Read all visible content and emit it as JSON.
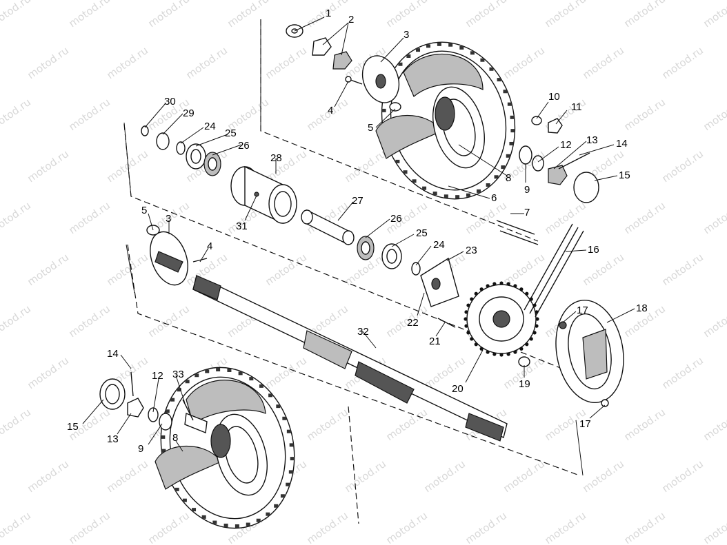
{
  "watermark": "motod.ru",
  "callouts": [
    {
      "id": "c1",
      "text": "1"
    },
    {
      "id": "c2",
      "text": "2"
    },
    {
      "id": "c3a",
      "text": "3"
    },
    {
      "id": "c4a",
      "text": "4"
    },
    {
      "id": "c5a",
      "text": "5"
    },
    {
      "id": "c6",
      "text": "6"
    },
    {
      "id": "c7",
      "text": "7"
    },
    {
      "id": "c8a",
      "text": "8"
    },
    {
      "id": "c9a",
      "text": "9"
    },
    {
      "id": "c10",
      "text": "10"
    },
    {
      "id": "c11",
      "text": "11"
    },
    {
      "id": "c12a",
      "text": "12"
    },
    {
      "id": "c13a",
      "text": "13"
    },
    {
      "id": "c14a",
      "text": "14"
    },
    {
      "id": "c15a",
      "text": "15"
    },
    {
      "id": "c16",
      "text": "16"
    },
    {
      "id": "c17a",
      "text": "17"
    },
    {
      "id": "c18",
      "text": "18"
    },
    {
      "id": "c19",
      "text": "19"
    },
    {
      "id": "c20",
      "text": "20"
    },
    {
      "id": "c21",
      "text": "21"
    },
    {
      "id": "c22",
      "text": "22"
    },
    {
      "id": "c23",
      "text": "23"
    },
    {
      "id": "c24a",
      "text": "24"
    },
    {
      "id": "c25a",
      "text": "25"
    },
    {
      "id": "c26a",
      "text": "26"
    },
    {
      "id": "c27",
      "text": "27"
    },
    {
      "id": "c28",
      "text": "28"
    },
    {
      "id": "c29",
      "text": "29"
    },
    {
      "id": "c30",
      "text": "30"
    },
    {
      "id": "c31",
      "text": "31"
    },
    {
      "id": "c5b",
      "text": "5"
    },
    {
      "id": "c3b",
      "text": "3"
    },
    {
      "id": "c4b",
      "text": "4"
    },
    {
      "id": "c26b",
      "text": "26"
    },
    {
      "id": "c25b",
      "text": "25"
    },
    {
      "id": "c24b",
      "text": "24"
    },
    {
      "id": "c32",
      "text": "32"
    },
    {
      "id": "c17b",
      "text": "17"
    },
    {
      "id": "c14b",
      "text": "14"
    },
    {
      "id": "c12b",
      "text": "12"
    },
    {
      "id": "c33",
      "text": "33"
    },
    {
      "id": "c15b",
      "text": "15"
    },
    {
      "id": "c13b",
      "text": "13"
    },
    {
      "id": "c9b",
      "text": "9"
    },
    {
      "id": "c8b",
      "text": "8"
    }
  ]
}
